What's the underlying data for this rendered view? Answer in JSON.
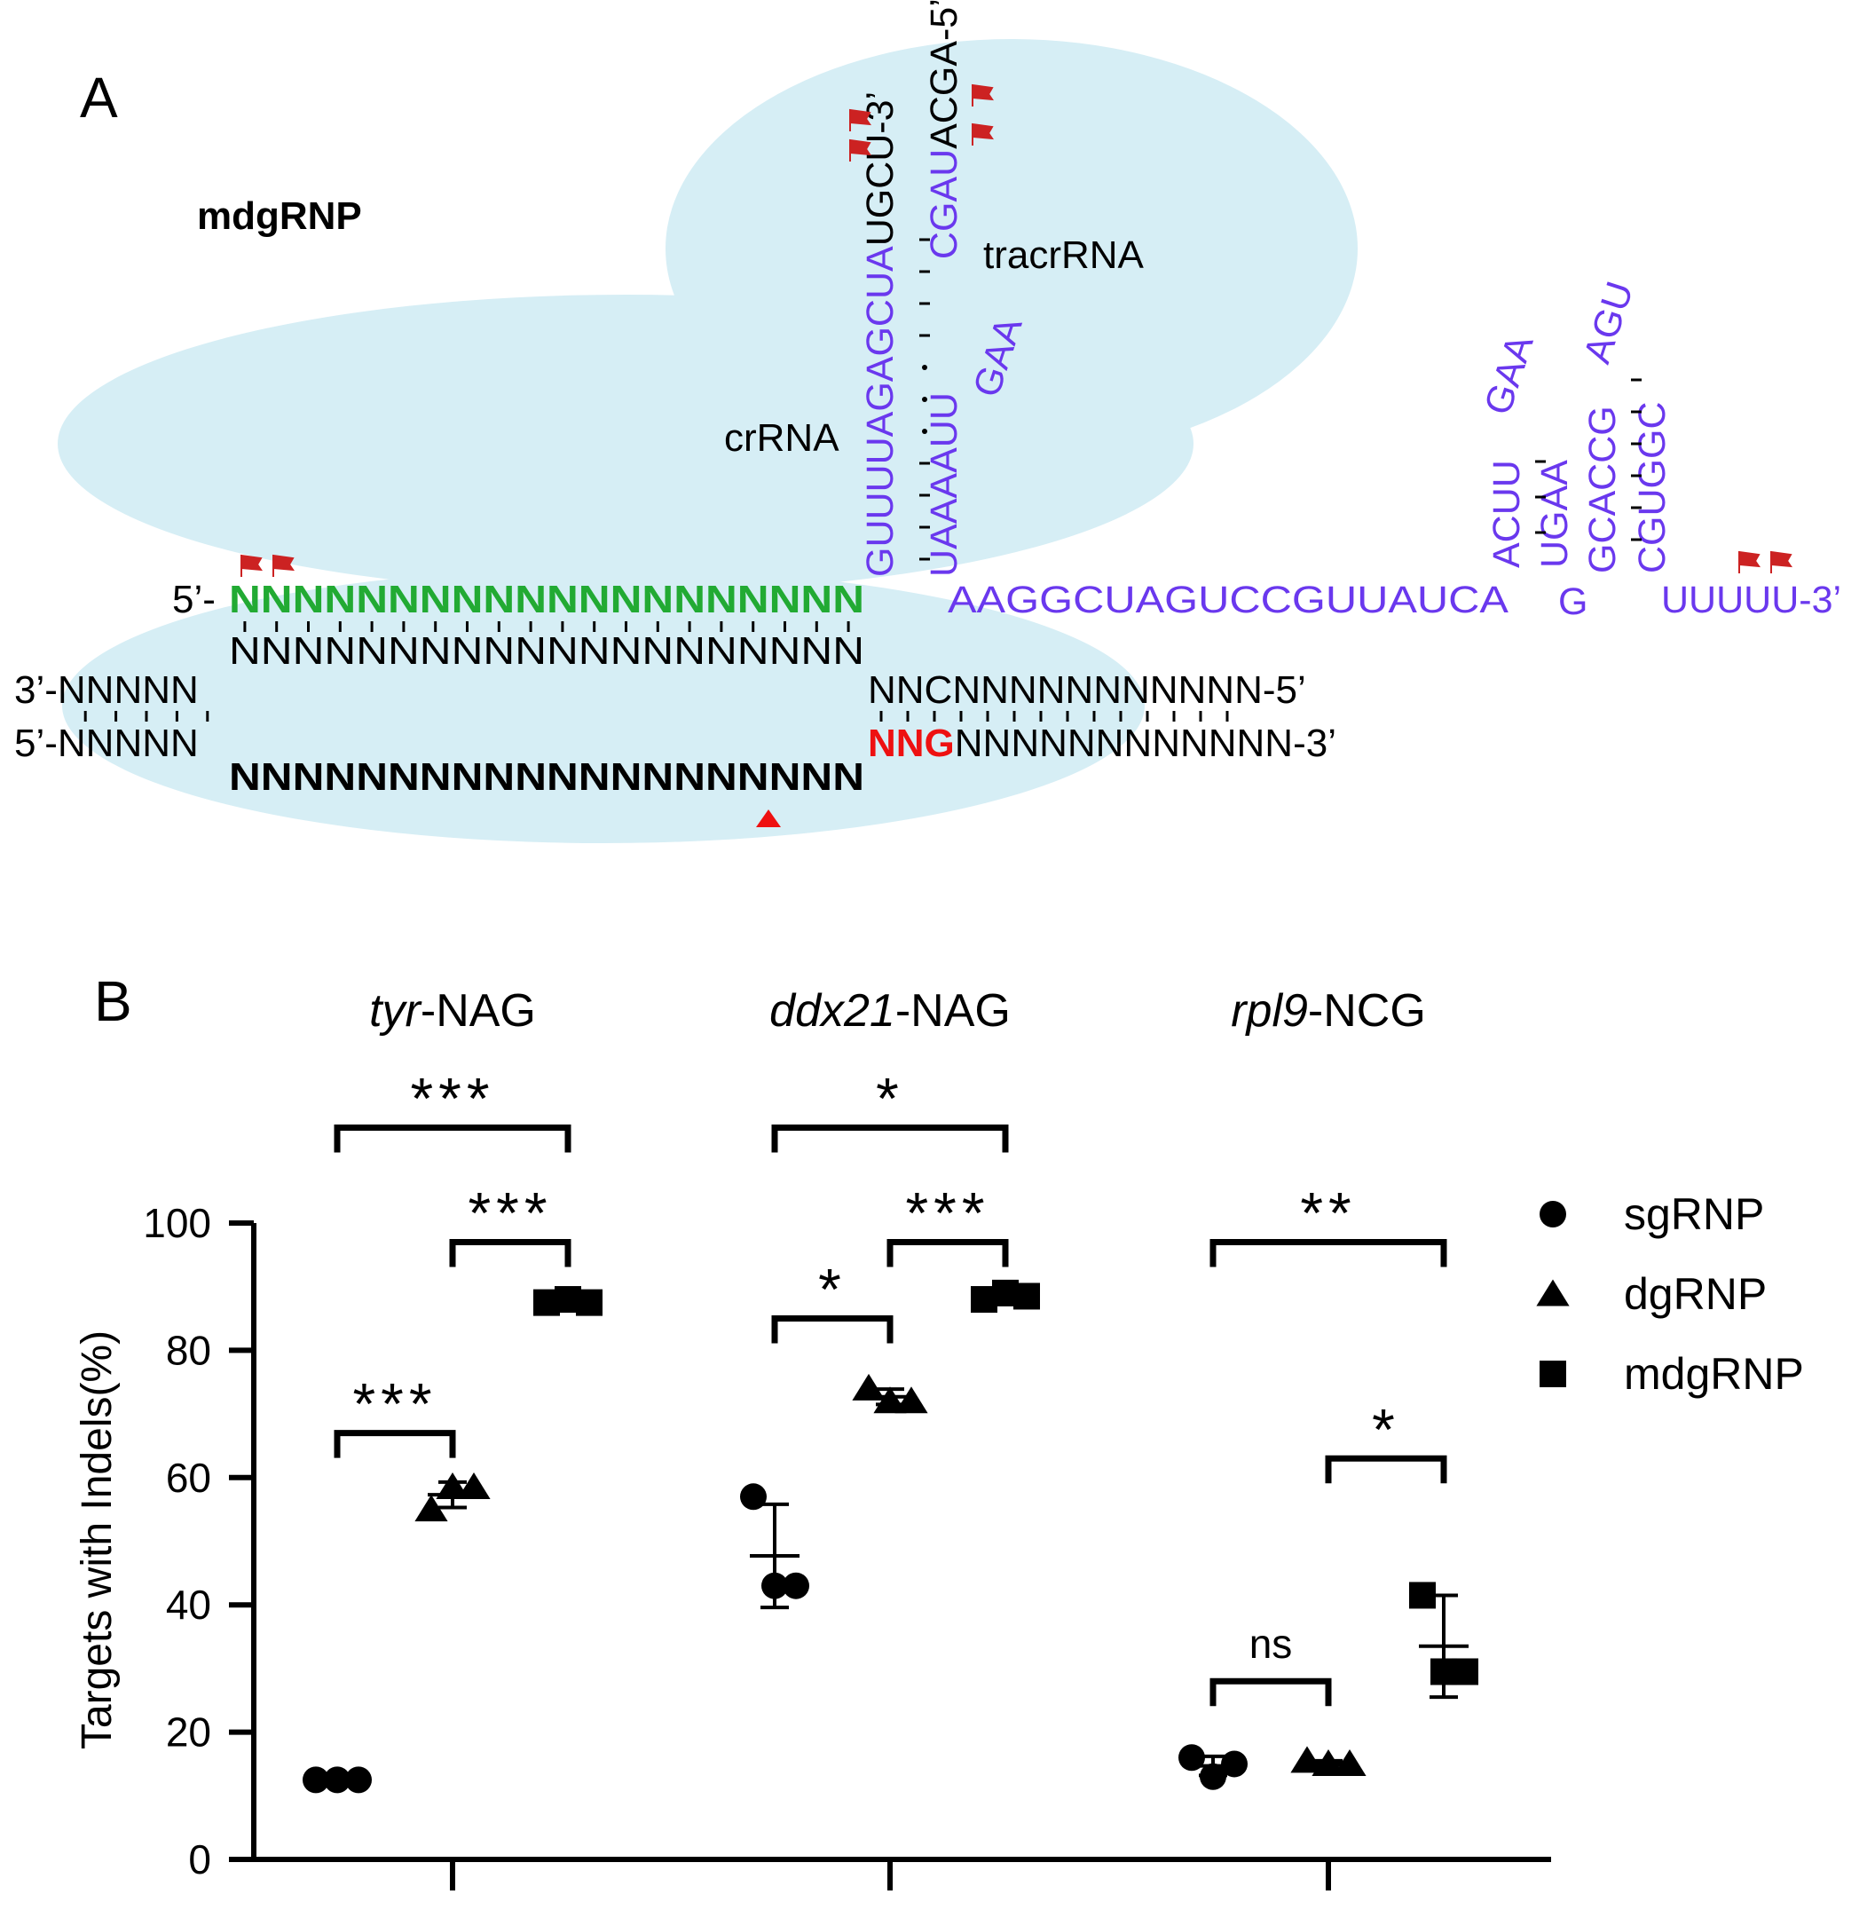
{
  "colors": {
    "crRNA_green": "#22aa33",
    "tracr_purple": "#6a38ee",
    "pam_red": "#ee1111",
    "blob_blue": "#d6eef5",
    "flag_red": "#cc2222",
    "black": "#000000"
  },
  "panel_a": {
    "panel_label": "A",
    "complex_label": "mdgRNP",
    "tracr_label": "tracrRNA",
    "crrna_label": "crRNA",
    "icons": [
      "red-flag-icon",
      "red-triangle-cut-site-icon"
    ],
    "spacer_5prime": "5’-",
    "spacer_seq": "NNNNNNNNNNNNNNNNNNNN",
    "target_top_left": "3’-NNNNN",
    "target_top_mid": "NNNNNNNNNNNNNNNNNNNN",
    "target_top_right": "NNCNNNNNNNNNNN-5’",
    "target_bot_left": "5’-NNNNN",
    "target_bot_mid": "NNNNNNNNNNNNNNNNNNNN",
    "pam": "NNG",
    "target_bot_right": "NNNNNNNNNNNN-3’",
    "crrna_repeat": "GUUUUAGAGCUA",
    "crrna_tip": "UGCU-3’",
    "tracr_antirepeat": "UAAAAUU",
    "tracr_upper": "CGAU",
    "tracr_tip": "ACGA-5’",
    "tracr_loop": "GAA",
    "tracr_linear": "AAGGCUAGUCCGUUAUCA",
    "hp1_left": "ACUU",
    "hp1_loop": "GAA",
    "hp1_right": "UGAA",
    "g_between": "G",
    "hp2_left": "GCACCG",
    "hp2_loop": "AGU",
    "hp2_right": "CGUGGC",
    "tail": "UUUUU-3’"
  },
  "panel_b": {
    "panel_label": "B",
    "ylabel": "Targets with Indels(%)",
    "ylim": [
      0,
      100
    ],
    "yticks": [
      "0",
      "20",
      "40",
      "60",
      "80",
      "100"
    ],
    "groups": [
      {
        "gene": "tyr",
        "suffix": "-NAG"
      },
      {
        "gene": "ddx21",
        "suffix": "-NAG"
      },
      {
        "gene": "rpl9",
        "suffix": "-NCG"
      }
    ],
    "legend": [
      {
        "name": "sgRNP",
        "marker": "circle"
      },
      {
        "name": "dgRNP",
        "marker": "triangle"
      },
      {
        "name": "mdgRNP",
        "marker": "square"
      }
    ],
    "significance": [
      {
        "group": 0,
        "from": 0,
        "to": 1,
        "label": "***",
        "y": 67
      },
      {
        "group": 0,
        "from": 1,
        "to": 2,
        "label": "***",
        "y": 97
      },
      {
        "group": 0,
        "from": 0,
        "to": 2,
        "label": "***",
        "y": 115
      },
      {
        "group": 1,
        "from": 0,
        "to": 1,
        "label": "*",
        "y": 85
      },
      {
        "group": 1,
        "from": 1,
        "to": 2,
        "label": "***",
        "y": 97
      },
      {
        "group": 1,
        "from": 0,
        "to": 2,
        "label": "*",
        "y": 115
      },
      {
        "group": 2,
        "from": 0,
        "to": 1,
        "label": "ns",
        "y": 28
      },
      {
        "group": 2,
        "from": 1,
        "to": 2,
        "label": "*",
        "y": 63
      },
      {
        "group": 2,
        "from": 0,
        "to": 2,
        "label": "**",
        "y": 97
      }
    ]
  },
  "chart_data": {
    "type": "scatter",
    "ylabel": "Targets with Indels(%)",
    "ylim": [
      0,
      100
    ],
    "categories": [
      "tyr-NAG",
      "ddx21-NAG",
      "rpl9-NCG"
    ],
    "series": [
      {
        "name": "sgRNP",
        "points": [
          [
            12.5,
            12.5,
            12.5
          ],
          [
            57,
            43,
            43
          ],
          [
            16,
            13,
            15
          ]
        ],
        "mean": [
          12.5,
          47.7,
          14.7
        ],
        "sd": [
          0,
          8.1,
          1.5
        ]
      },
      {
        "name": "dgRNP",
        "points": [
          [
            55,
            58.5,
            58.5
          ],
          [
            74,
            72,
            72
          ],
          [
            15.5,
            15,
            15
          ]
        ],
        "mean": [
          57.3,
          72.7,
          15.2
        ],
        "sd": [
          2.0,
          1.2,
          0.3
        ]
      },
      {
        "name": "mdgRNP",
        "points": [
          [
            87.5,
            88,
            87.5
          ],
          [
            88,
            89,
            88.5
          ],
          [
            41.5,
            29.5,
            29.5
          ]
        ],
        "mean": [
          87.7,
          88.5,
          33.5
        ],
        "sd": [
          0.3,
          0.5,
          8.0
        ]
      }
    ]
  }
}
